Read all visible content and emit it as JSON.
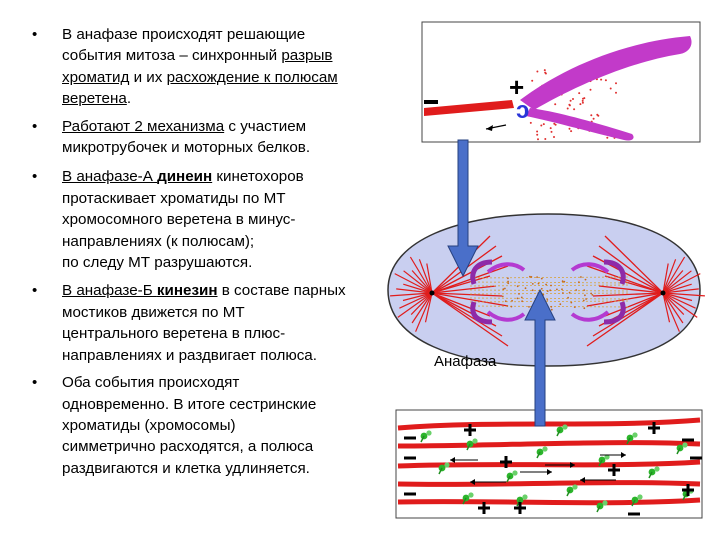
{
  "bullets": [
    {
      "lines": [
        [
          {
            "t": "В анафазе происходят решающие"
          }
        ],
        [
          {
            "t": "события митоза – синхронный "
          },
          {
            "t": "разрыв",
            "u": true
          }
        ],
        [
          {
            "t": "хроматид",
            "u": true
          },
          {
            "t": " и их "
          },
          {
            "t": "расхождение к полюсам",
            "u": true
          }
        ],
        [
          {
            "t": "веретена",
            "u": true
          },
          {
            "t": "."
          }
        ]
      ]
    },
    {
      "lines": [
        [
          {
            "t": "Работают 2 механизма",
            "u": true
          },
          {
            "t": " с участием"
          }
        ],
        [
          {
            "t": "микротрубочек и моторных белков."
          }
        ]
      ]
    },
    {
      "lines": [
        [
          {
            "t": "В анафазе-А ",
            "u": true
          },
          {
            "t": "динеин",
            "u": true,
            "b": true
          },
          {
            "t": " кинетохоров"
          }
        ],
        [
          {
            "t": "протаскивает хроматиды по МТ"
          }
        ],
        [
          {
            "t": "хромосомного веретена в минус-"
          }
        ],
        [
          {
            "t": "направлениях (к полюсам);"
          }
        ],
        [
          {
            "t": " по следу МТ разрушаются."
          }
        ]
      ]
    },
    {
      "lines": [
        [
          {
            "t": "В анафазе-Б ",
            "u": true
          },
          {
            "t": "кинезин",
            "u": true,
            "b": true
          },
          {
            "t": " в составе парных"
          }
        ],
        [
          {
            "t": "мостиков движется по МТ"
          }
        ],
        [
          {
            "t": "центрального веретена в плюс-"
          }
        ],
        [
          {
            "t": "направлениях и раздвигает полюса."
          }
        ]
      ]
    },
    {
      "lines": [
        [
          {
            "t": "Оба события происходят"
          }
        ],
        [
          {
            "t": "одновременно.  В итоге сестринские"
          }
        ],
        [
          {
            "t": " хроматиды (хромосомы)"
          }
        ],
        [
          {
            "t": "  симметрично расходятся, а полюса"
          }
        ],
        [
          {
            "t": "  раздвигаются и клетка удлиняется."
          }
        ]
      ]
    }
  ],
  "figure": {
    "caption": "Анафаза",
    "plus_sign": "+",
    "minus_sign": "–",
    "colors": {
      "microtubule": "#e01c1c",
      "chromatid": "#c23ac9",
      "cell": "#c9cff0",
      "arrow": "#4a6fc9",
      "kinesin": "#2bb52b"
    }
  }
}
